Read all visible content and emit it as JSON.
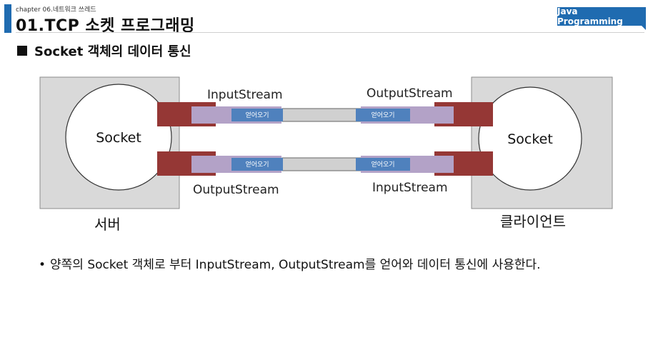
{
  "header": {
    "chapter": "chapter 06.네트워크 쓰레드",
    "title": "01.TCP 소켓 프로그래밍",
    "badge": "Java Programming"
  },
  "section": {
    "title": "Socket 객체의 데이터 통신"
  },
  "diagram": {
    "server": {
      "label": "서버",
      "socket": "Socket"
    },
    "client": {
      "label": "클라이언트",
      "socket": "Socket"
    },
    "top_left_stream": "InputStream",
    "top_right_stream": "OutputStream",
    "bottom_left_stream": "OutputStream",
    "bottom_right_stream": "InputStream",
    "chip_label": "얻어오기"
  },
  "bullet": "양쪽의 Socket 객체로 부터 InputStream, OutputStream를 얻어와 데이터 통신에 사용한다.",
  "colors": {
    "accent": "#1f6bb0",
    "box_fill": "#d9d9d9",
    "port": "#953735",
    "stream": "#b3a2c7",
    "chip": "#4f81bd",
    "pipe": "#d0d0d0"
  }
}
